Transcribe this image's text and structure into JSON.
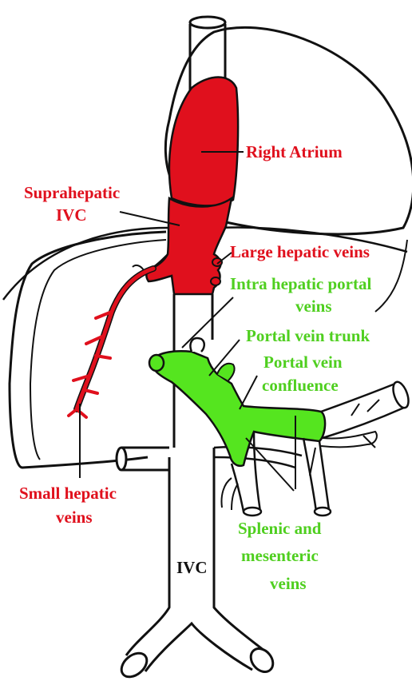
{
  "colors": {
    "venous_red": "#e0101d",
    "portal_green": "#55e51f",
    "label_red": "#e0101d",
    "label_green": "#4fcf1f",
    "outline": "#111111"
  },
  "labels": {
    "right_atrium": "Right Atrium",
    "suprahepatic_line1": "Suprahepatic",
    "suprahepatic_line2": "IVC",
    "large_hepatic": "Large hepatic veins",
    "intra_portal_line1": "Intra hepatic portal",
    "intra_portal_line2": "veins",
    "portal_trunk": "Portal vein trunk",
    "confluence_line1": "Portal vein",
    "confluence_line2": "confluence",
    "small_hepatic_line1": "Small hepatic",
    "small_hepatic_line2": "veins",
    "ivc": "IVC",
    "splenic_line1": "Splenic and",
    "splenic_line2": "mesenteric",
    "splenic_line3": "veins"
  }
}
